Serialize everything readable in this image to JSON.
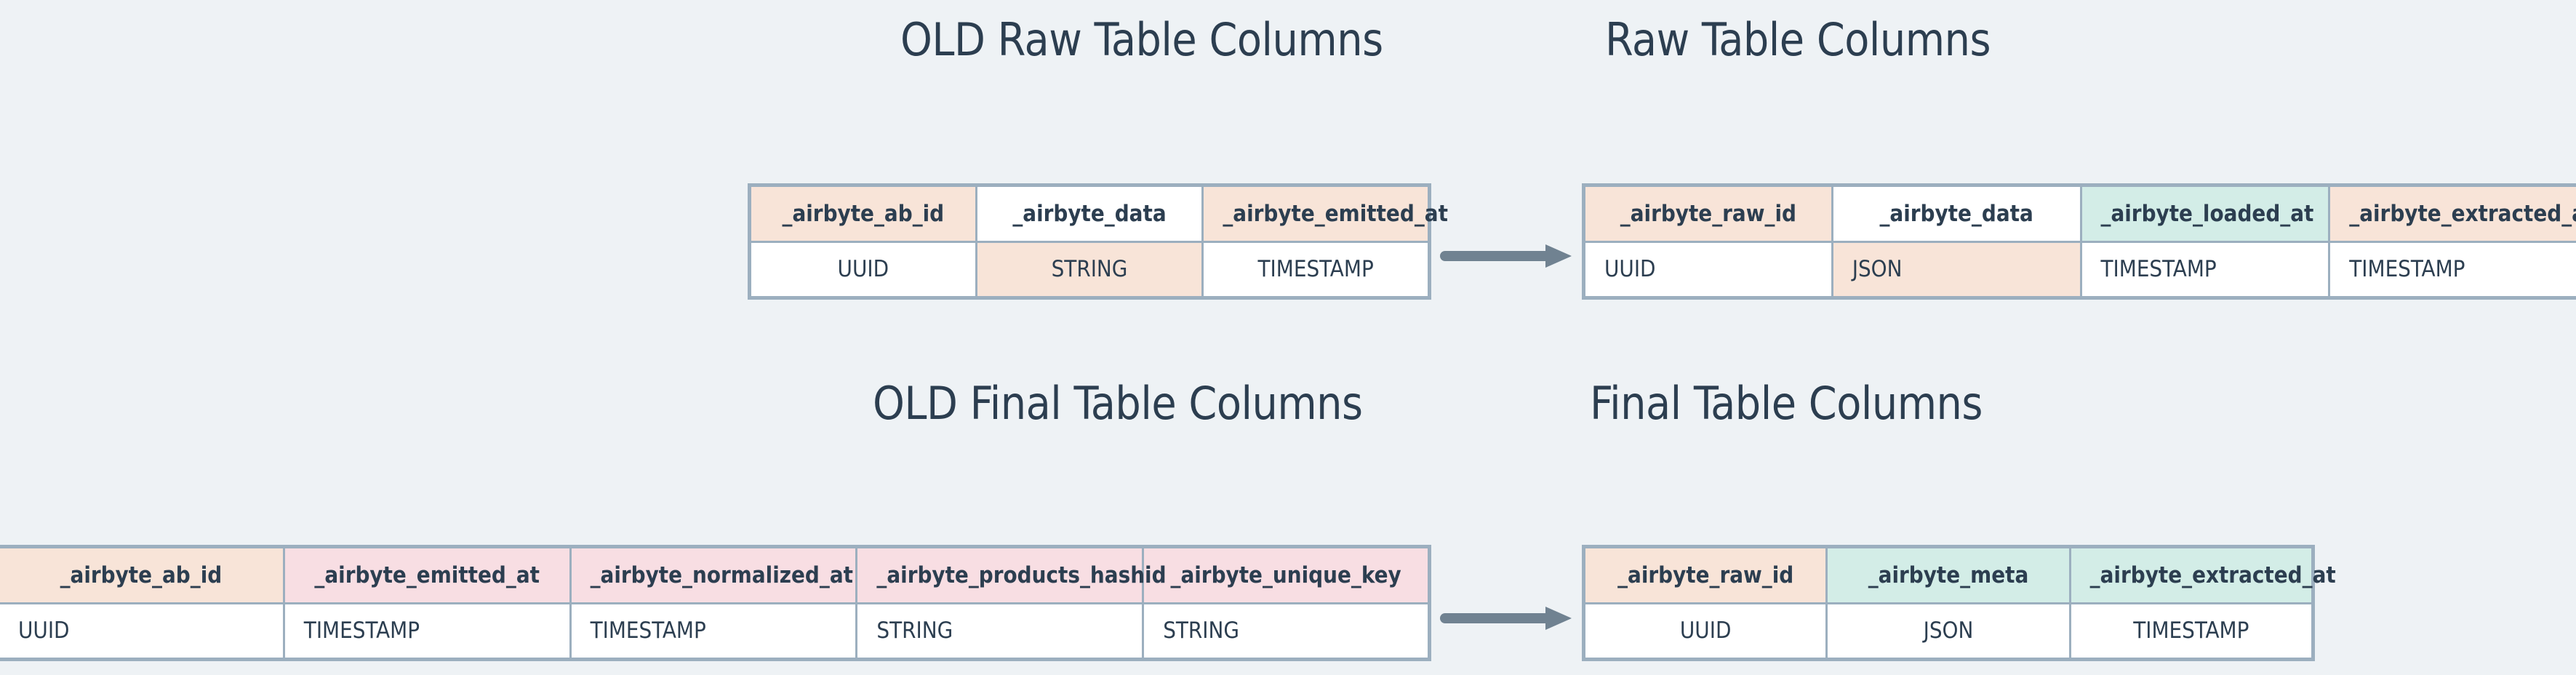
{
  "accent_colors": {
    "background": "#eef2f5",
    "text": "#2c3e50",
    "border": "#9cafbf",
    "peach": "#f8e4d8",
    "mint": "#d3ede7",
    "pink": "#f8dee3",
    "white": "#ffffff",
    "arrow": "#708291"
  },
  "panels": {
    "old_raw": {
      "title": "OLD Raw Table Columns",
      "headers": [
        "_airbyte_ab_id",
        "_airbyte_data",
        "_airbyte_emitted_at"
      ],
      "header_fills": [
        "peach",
        "white",
        "peach"
      ],
      "types": [
        "UUID",
        "STRING",
        "TIMESTAMP"
      ],
      "type_fills": [
        "white",
        "peach",
        "white"
      ]
    },
    "new_raw": {
      "title": "Raw Table Columns",
      "headers": [
        "_airbyte_raw_id",
        "_airbyte_data",
        "_airbyte_loaded_at",
        "_airbyte_extracted_at"
      ],
      "header_fills": [
        "peach",
        "white",
        "mint",
        "peach"
      ],
      "types": [
        "UUID",
        "JSON",
        "TIMESTAMP",
        "TIMESTAMP"
      ],
      "type_fills": [
        "white",
        "peach",
        "white",
        "white"
      ]
    },
    "old_final": {
      "title": "OLD Final Table Columns",
      "headers": [
        "_airbyte_ab_id",
        "_airbyte_emitted_at",
        "_airbyte_normalized_at",
        "_airbyte_products_hashid",
        "_airbyte_unique_key"
      ],
      "header_fills": [
        "peach",
        "pink",
        "pink",
        "pink",
        "pink"
      ],
      "types": [
        "UUID",
        "TIMESTAMP",
        "TIMESTAMP",
        "STRING",
        "STRING"
      ],
      "type_fills": [
        "white",
        "white",
        "white",
        "white",
        "white"
      ]
    },
    "new_final": {
      "title": "Final Table Columns",
      "headers": [
        "_airbyte_raw_id",
        "_airbyte_meta",
        "_airbyte_extracted_at"
      ],
      "header_fills": [
        "peach",
        "mint",
        "mint"
      ],
      "types": [
        "UUID",
        "JSON",
        "TIMESTAMP"
      ],
      "type_fills": [
        "white",
        "white",
        "white"
      ]
    }
  },
  "arrows": {
    "raw_label": "migrates-to",
    "final_label": "migrates-to"
  }
}
